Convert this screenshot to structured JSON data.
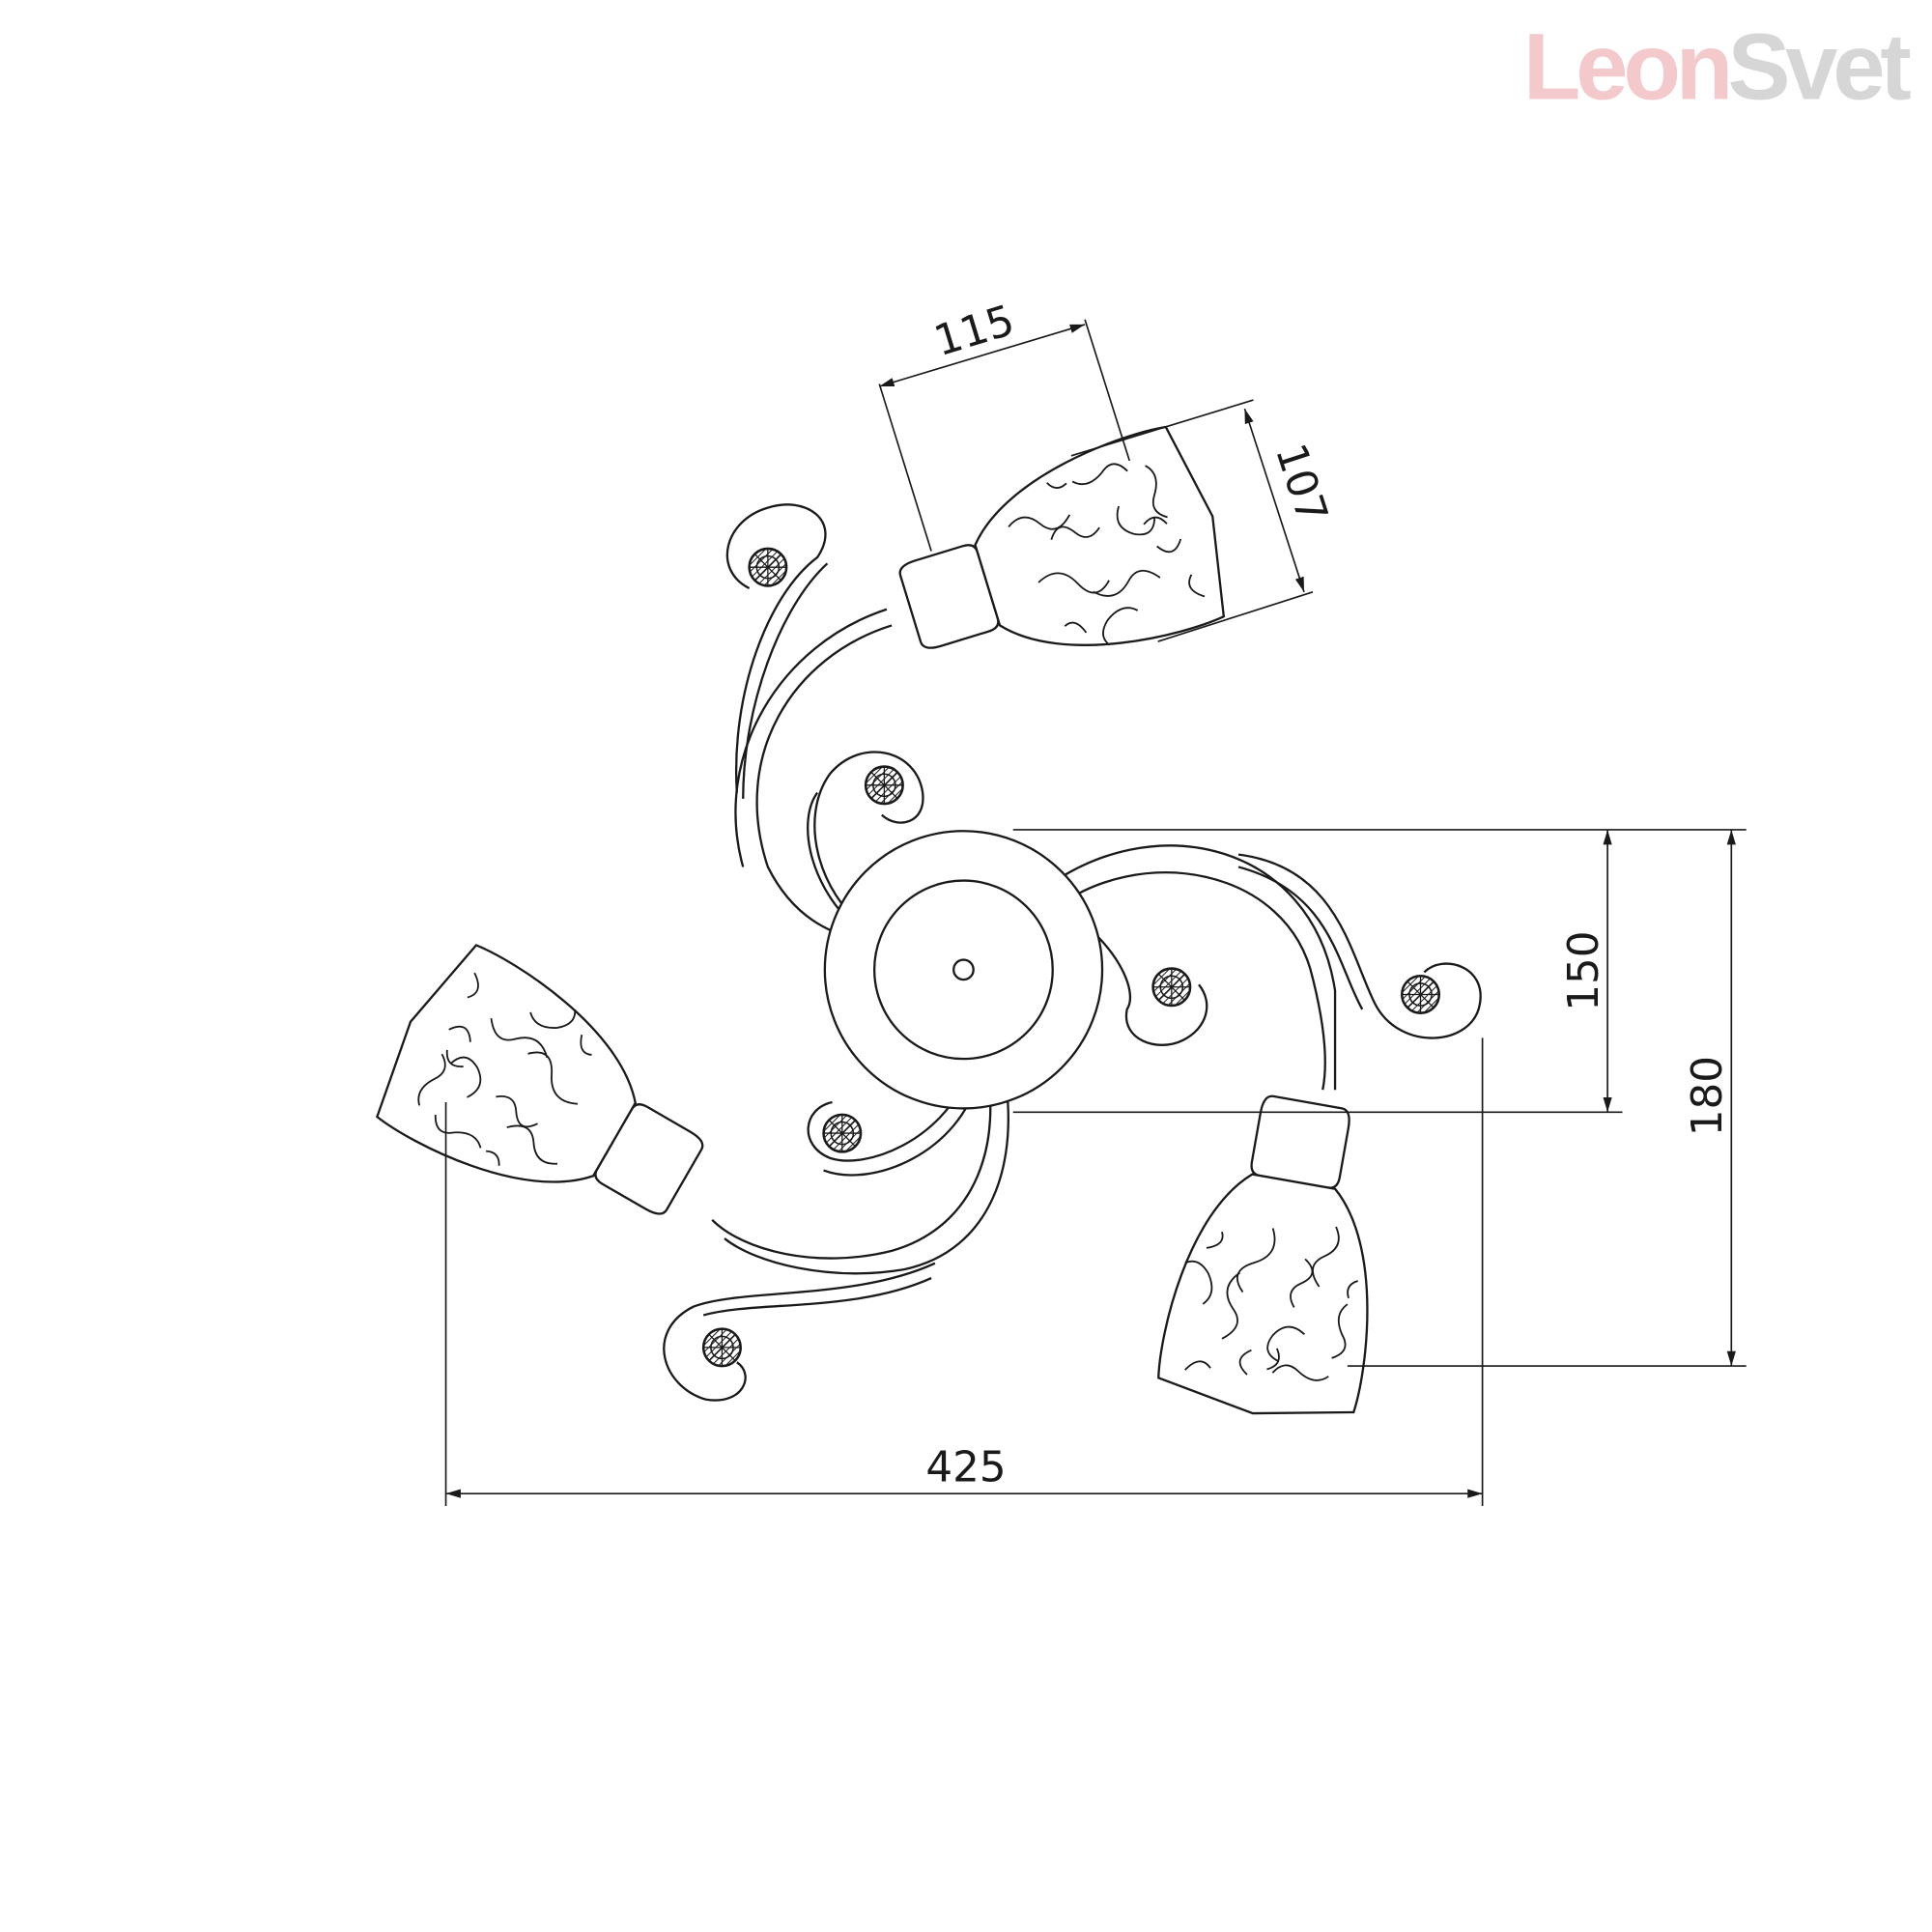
{
  "logo": {
    "part1": "Leon",
    "part2": "Svet",
    "color1": "#f3c9cb",
    "color2": "#d6d6d6"
  },
  "dimensions": {
    "shade_length": "115",
    "shade_diameter": "107",
    "height_body": "150",
    "height_total": "180",
    "width_total": "425"
  },
  "colors": {
    "line": "#1a1a1a",
    "background": "#ffffff"
  }
}
